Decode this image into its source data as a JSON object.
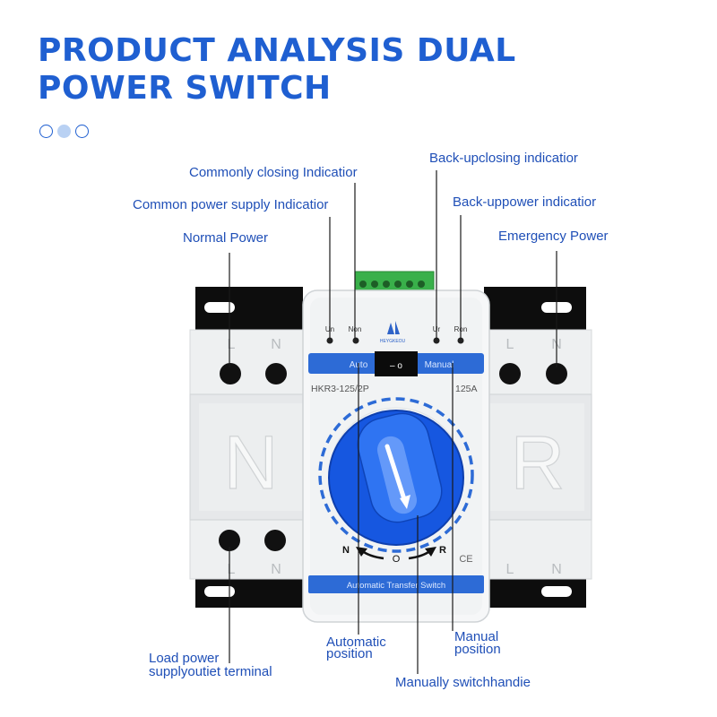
{
  "title": {
    "line1": "PRODUCT ANALYSIS DUAL",
    "line2": "POWER SWITCH"
  },
  "carousel": {
    "dots": 3,
    "active_index": 1
  },
  "callouts": {
    "commonly_closing": "Commonly closing Indicatior",
    "common_power_supply": "Common power supply Indicatior",
    "normal_power": "Normal Power",
    "back_upclosing": "Back-upclosing indicatior",
    "back_uppower": "Back-uppower indicatior",
    "emergency_power": "Emergency Power",
    "load_power_1": "Load power",
    "load_power_2": "supplyoutiet terminal",
    "automatic_1": "Automatic",
    "automatic_2": "position",
    "manual_1": "Manual",
    "manual_2": "position",
    "handle": "Manually switchhandie"
  },
  "device": {
    "indicators": [
      "Un",
      "Non",
      "Ur",
      "Ron"
    ],
    "brand": "HEYGKEOU",
    "mode_auto": "Auto",
    "mode_manual": "Manual",
    "switch_symbol": "– o",
    "model": "HKR3-125/2P",
    "current": "125A",
    "dial_n": "N",
    "dial_o": "O",
    "dial_r": "R",
    "ce_mark": "CE",
    "footer": "Automatic Transfer Switch",
    "left_letter": "N",
    "right_letter": "R",
    "terminal_l": "L",
    "terminal_n": "N"
  },
  "colors": {
    "accent": "#1f5fd1",
    "callout_text": "#1f4fb7",
    "knob": "#1657e0",
    "terminal_green": "#39b04a"
  }
}
